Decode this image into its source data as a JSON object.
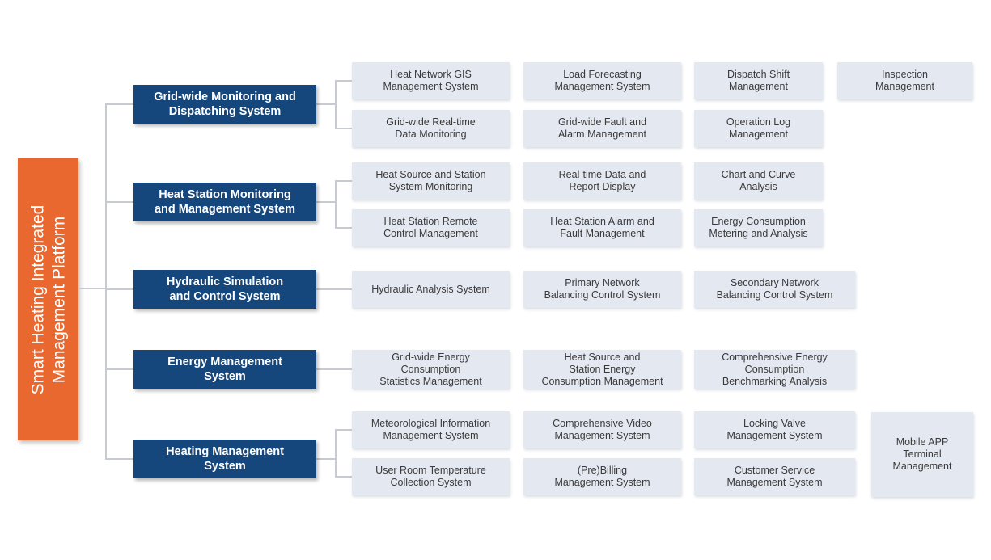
{
  "root": {
    "label": "Smart Heating Integrated\nManagement Platform"
  },
  "colors": {
    "root_bg": "#E8682F",
    "branch_bg": "#16477C",
    "leaf_bg": "#E4E8F1",
    "leaf_text": "#3A3A3A",
    "connector_line": "#C7CBD1",
    "background": "#FFFFFF"
  },
  "chart_data": {
    "type": "table",
    "title": "Smart Heating Integrated Management Platform",
    "note": "organizational tree: platform -> 5 subsystems -> modules"
  },
  "branches": [
    {
      "label": "Grid-wide Monitoring and\nDispatching System",
      "rows": [
        [
          "Heat Network GIS\nManagement System",
          "Load Forecasting\nManagement System",
          "Dispatch Shift\nManagement",
          "Inspection\nManagement"
        ],
        [
          "Grid-wide Real-time\nData Monitoring",
          "Grid-wide Fault and\nAlarm Management",
          "Operation Log\nManagement"
        ]
      ]
    },
    {
      "label": "Heat Station Monitoring\nand Management System",
      "rows": [
        [
          "Heat Source and Station\nSystem Monitoring",
          "Real-time Data and\nReport Display",
          "Chart and Curve\nAnalysis"
        ],
        [
          "Heat Station Remote\nControl Management",
          "Heat Station Alarm and\nFault Management",
          "Energy Consumption\nMetering and Analysis"
        ]
      ]
    },
    {
      "label": "Hydraulic Simulation\nand Control System",
      "rows": [
        [
          "Hydraulic Analysis System",
          "Primary Network\nBalancing Control System",
          "Secondary Network\nBalancing Control System"
        ]
      ]
    },
    {
      "label": "Energy Management\nSystem",
      "rows": [
        [
          "Grid-wide Energy\nConsumption\nStatistics Management",
          "Heat Source and\nStation Energy\nConsumption Management",
          "Comprehensive Energy\nConsumption\nBenchmarking Analysis"
        ]
      ]
    },
    {
      "label": "Heating Management\nSystem",
      "rows": [
        [
          "Meteorological Information\nManagement System",
          "Comprehensive Video\nManagement System",
          "Locking Valve\nManagement System"
        ],
        [
          "User Room Temperature\nCollection System",
          "(Pre)Billing\nManagement System",
          "Customer Service\nManagement System"
        ]
      ],
      "span_item": "Mobile APP\nTerminal\nManagement"
    }
  ]
}
